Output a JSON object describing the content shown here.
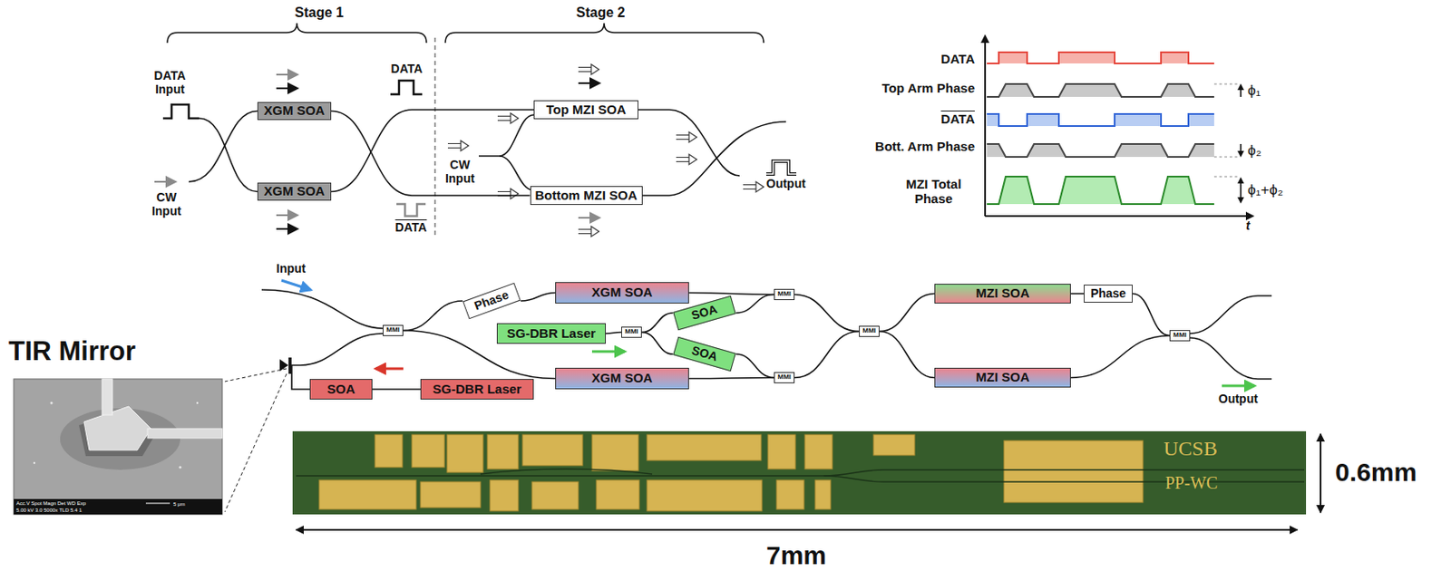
{
  "diagram": {
    "nodes": [
      {
        "text": [
          "XGM SOA"
        ]
      },
      {
        "text": [
          "XGM SOA"
        ]
      },
      {
        "text": [
          "Top MZI SOA"
        ]
      },
      {
        "text": [
          "Bottom MZI SOA"
        ]
      },
      {
        "text": [
          "MMI"
        ]
      },
      {
        "text": [
          "Phase"
        ]
      },
      {
        "text": [
          "XGM SOA"
        ]
      },
      {
        "text": [
          "SG-DBR Laser"
        ]
      },
      {
        "text": [
          "MMI"
        ]
      },
      {
        "text": [
          "SOA"
        ]
      },
      {
        "text": [
          "SOA"
        ]
      },
      {
        "text": [
          "MMI"
        ]
      },
      {
        "text": [
          "XGM SOA"
        ]
      },
      {
        "text": [
          "MMI"
        ]
      },
      {
        "text": [
          "SOA"
        ]
      },
      {
        "text": [
          "SG-DBR Laser"
        ]
      },
      {
        "text": [
          "MMI"
        ]
      },
      {
        "text": [
          "MZI SOA"
        ]
      },
      {
        "text": [
          "Phase"
        ]
      },
      {
        "text": [
          "MZI SOA"
        ]
      },
      {
        "text": [
          "MMI"
        ]
      }
    ],
    "edges": [
      {
        "from": 0,
        "to": 3,
        "arrow": "none"
      },
      {
        "from": 1,
        "to": 2,
        "arrow": "none"
      },
      {
        "from": 4,
        "to": 5,
        "arrow": "none"
      },
      {
        "from": 4,
        "to": 12,
        "arrow": "none"
      },
      {
        "from": 5,
        "to": 6,
        "arrow": "none"
      },
      {
        "from": 7,
        "to": 8,
        "arrow": "none"
      },
      {
        "from": 8,
        "to": 9,
        "arrow": "none"
      },
      {
        "from": 8,
        "to": 10,
        "arrow": "none"
      },
      {
        "from": 9,
        "to": 11,
        "arrow": "none"
      },
      {
        "from": 6,
        "to": 11,
        "arrow": "none"
      },
      {
        "from": 10,
        "to": 13,
        "arrow": "none"
      },
      {
        "from": 12,
        "to": 13,
        "arrow": "none"
      },
      {
        "from": 11,
        "to": 16,
        "arrow": "none"
      },
      {
        "from": 13,
        "to": 16,
        "arrow": "none"
      },
      {
        "from": 16,
        "to": 17,
        "arrow": "none"
      },
      {
        "from": 16,
        "to": 19,
        "arrow": "none"
      },
      {
        "from": 17,
        "to": 18,
        "arrow": "none"
      },
      {
        "from": 18,
        "to": 20,
        "arrow": "none"
      },
      {
        "from": 19,
        "to": 20,
        "arrow": "none"
      },
      {
        "from": 15,
        "to": 14,
        "arrow": "none"
      }
    ],
    "labels": [
      "Stage 1",
      "Stage 2",
      "DATA Input",
      "CW Input",
      "DATA",
      "DATA",
      "CW Input",
      "Output",
      "DATA",
      "Top Arm Phase",
      "DATA",
      "Bott. Arm Phase",
      "MZI Total Phase",
      "ϕ₁",
      "ϕ₂",
      "ϕ₁+ϕ₂",
      "t",
      "Input",
      "Output",
      "TIR Mirror",
      "Acc.V Spot Magn Det WD Exp",
      "5.00 kV 3.0 5000x TLD 5.4 1",
      "5 μm",
      "UCSB",
      "PP-WC",
      "0.6mm",
      "7mm"
    ]
  }
}
